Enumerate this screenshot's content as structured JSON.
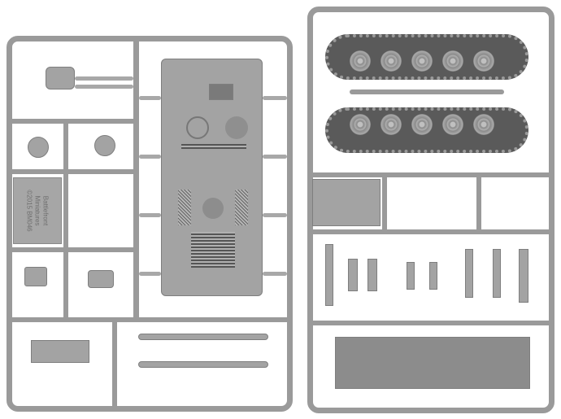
{
  "image": {
    "subject": "Plastic miniature model kit sprues (tank parts), grey styrene",
    "colors": {
      "sprue": "#9a9a9a",
      "part": "#a3a3a3",
      "track": "#5a5a5a",
      "background": "#ffffff"
    }
  },
  "left_sprue": {
    "embossed_text": {
      "line1": "Battlefront",
      "line2": "Miniatures",
      "line3": "©2015 BM046"
    }
  }
}
